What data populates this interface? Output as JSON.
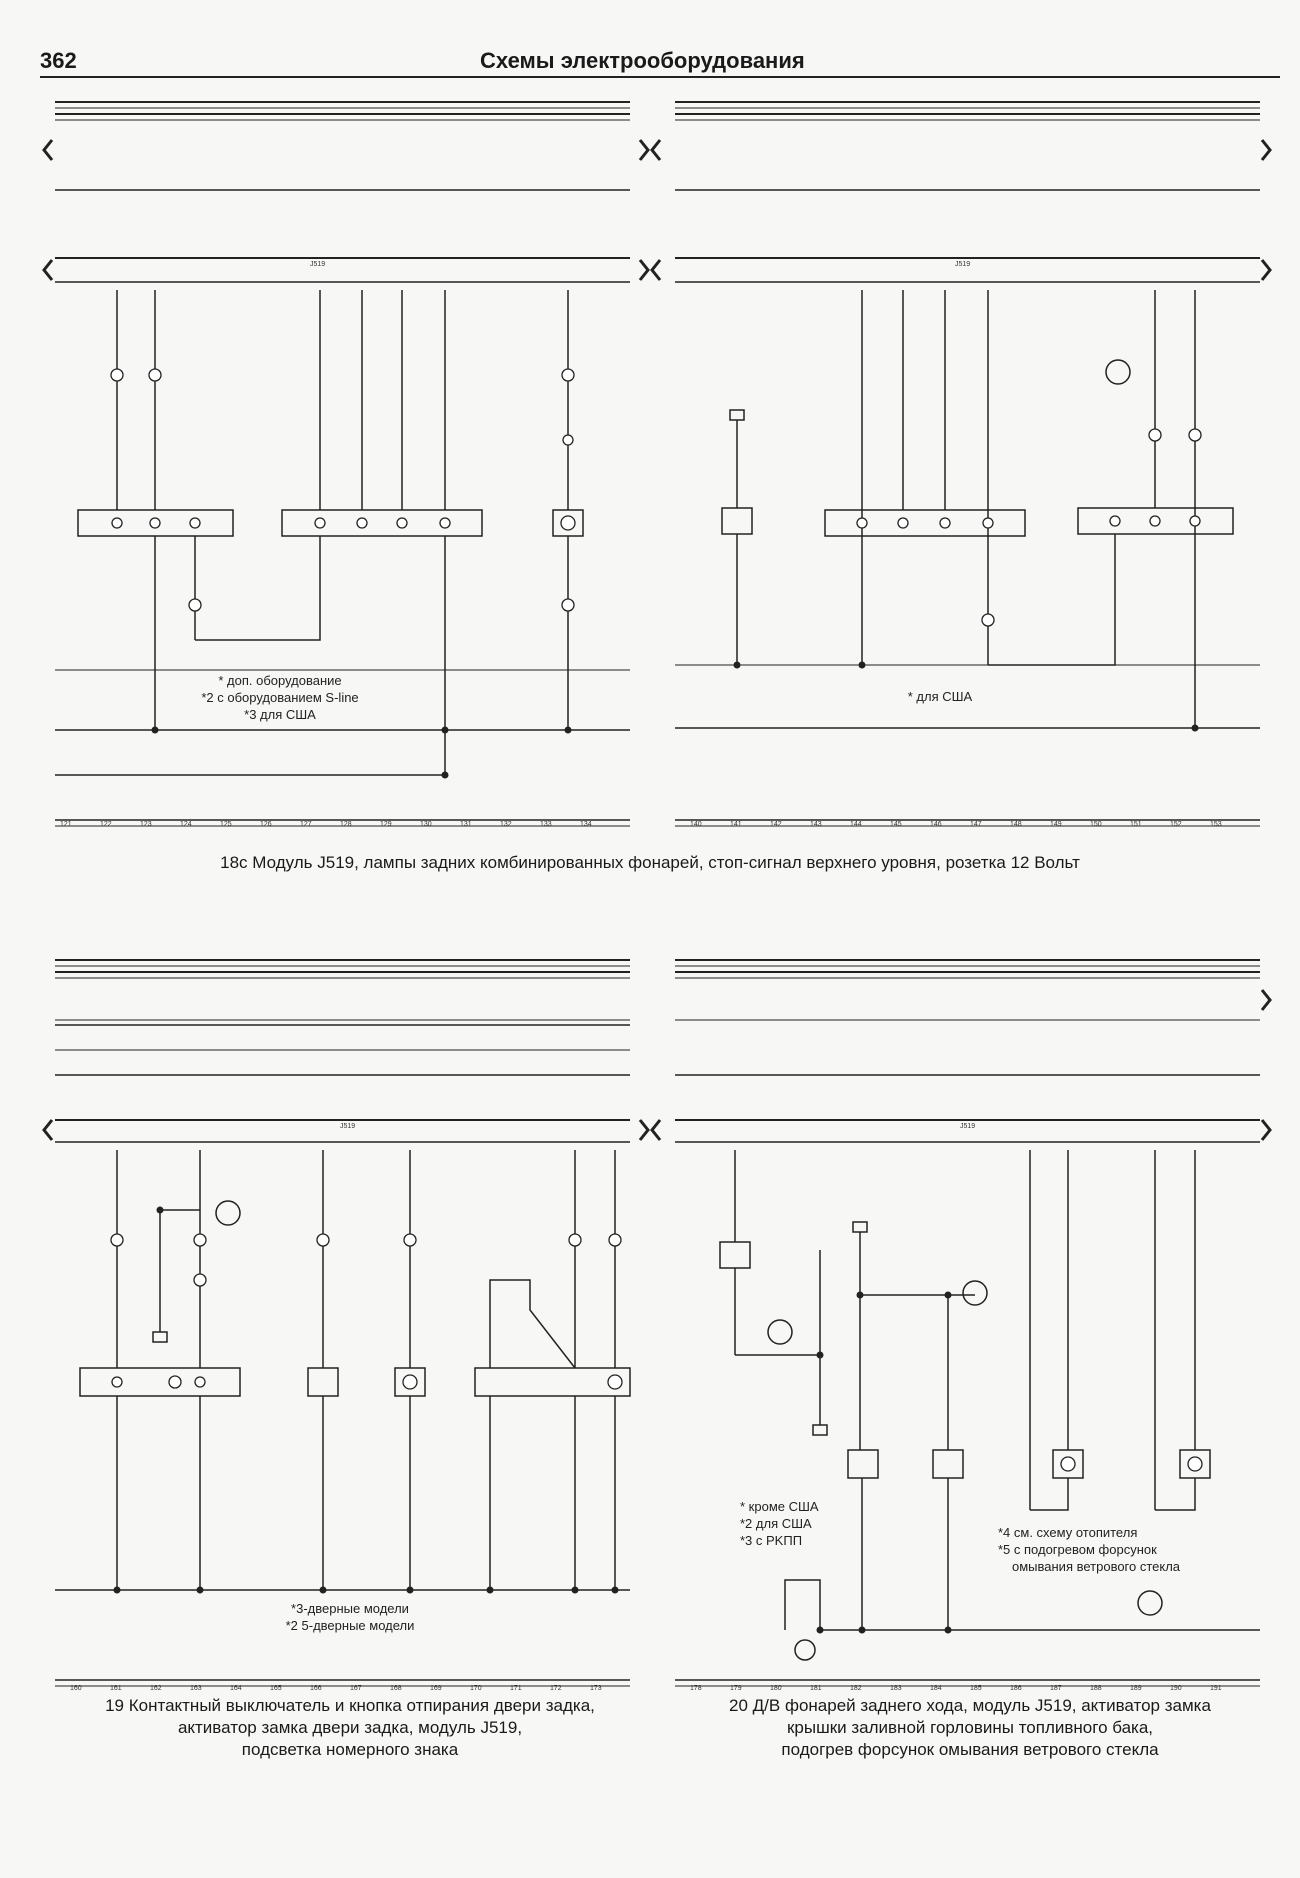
{
  "header": {
    "page_number": "362",
    "title": "Схемы электрооборудования"
  },
  "diagram_18c": {
    "notes_left": [
      "* доп. оборудование",
      "*2 с оборудованием S-line",
      "*3 для США"
    ],
    "notes_right": [
      "* для США"
    ],
    "caption": "18c Модуль J519, лампы задних комбинированных фонарей, стоп-сигнал верхнего уровня, розетка 12 Вольт"
  },
  "diagram_19": {
    "notes": [
      "*3-дверные модели",
      "*2 5-дверные модели"
    ],
    "caption": [
      "19 Контактный выключатель и кнопка отпирания двери задка,",
      "активатор замка двери задка, модуль J519,",
      "подсветка номерного знака"
    ]
  },
  "diagram_20": {
    "notes_a": [
      "* кроме США",
      "*2 для США",
      "*3 с PKПП"
    ],
    "notes_b": [
      "*4 см. схему отопителя",
      "*5 с подогревом форсунок",
      "омывания ветрового стекла"
    ],
    "caption": [
      "20 Д/В фонарей заднего хода, модуль J519, активатор замка",
      "крышки заливной горловины топливного бака,",
      "подогрев форсунок омывания ветрового стекла"
    ]
  }
}
